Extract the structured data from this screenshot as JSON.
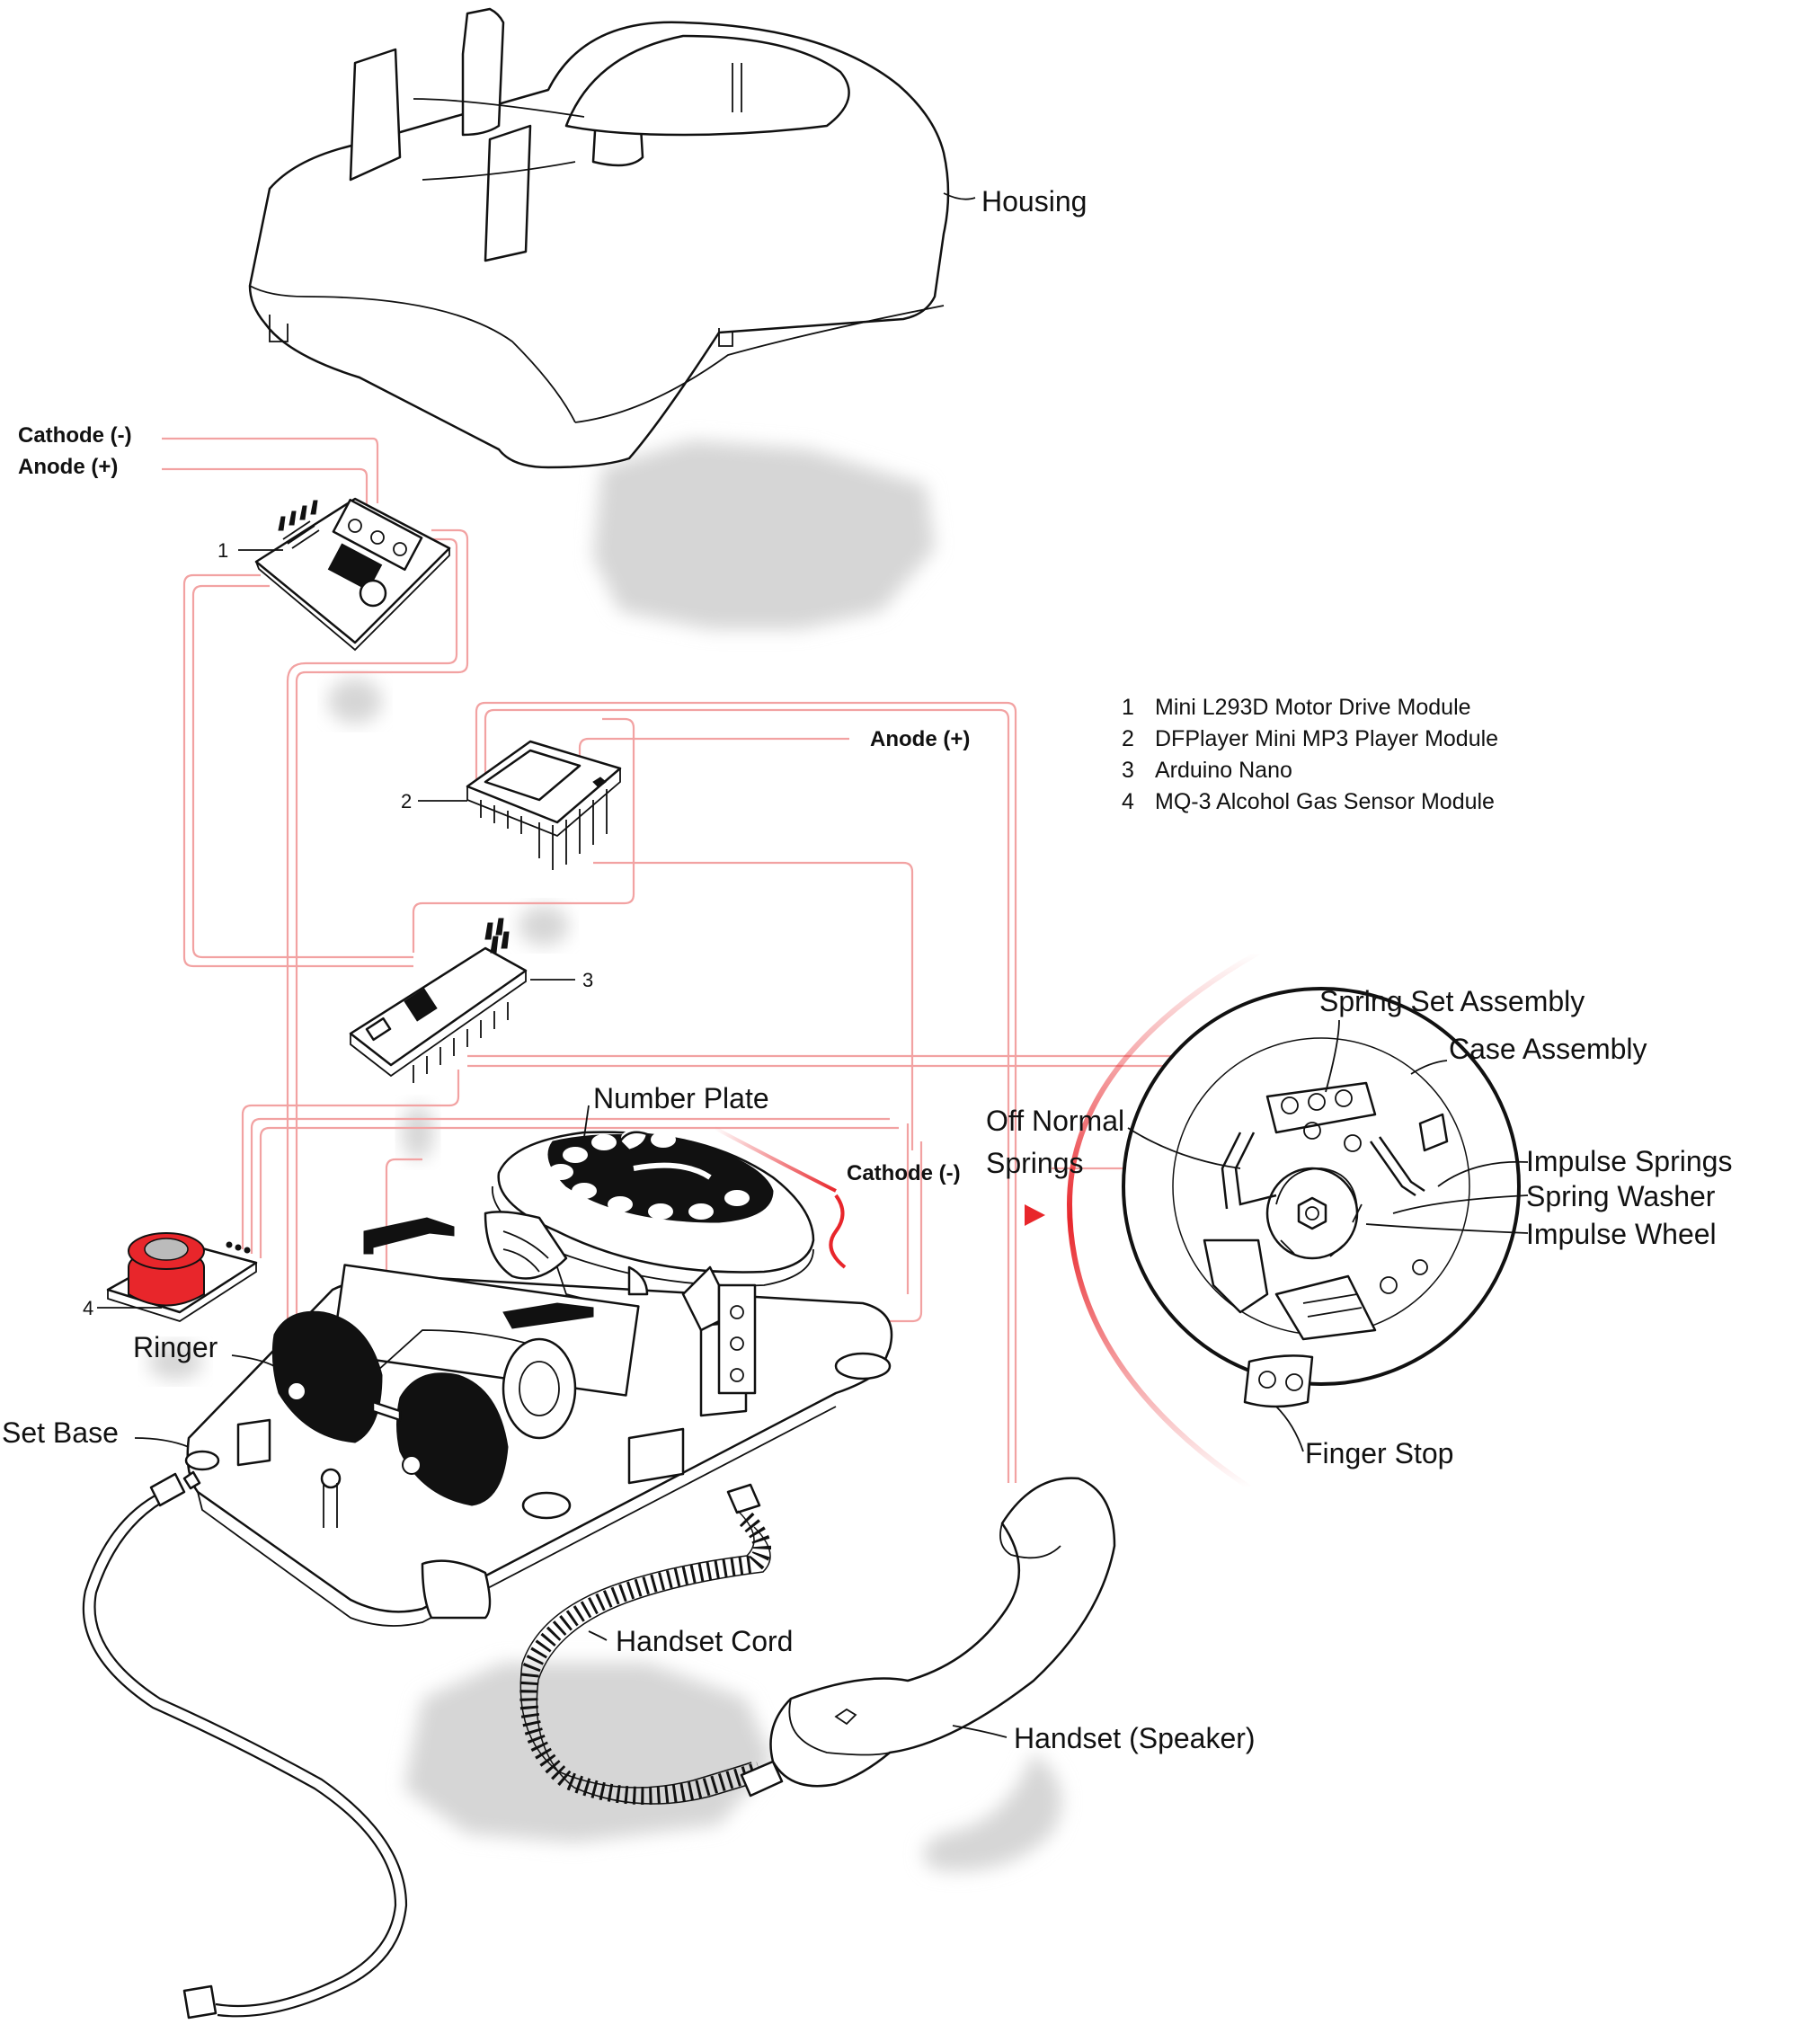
{
  "legend": {
    "items": [
      {
        "num": "1",
        "text": "Mini L293D Motor Drive Module"
      },
      {
        "num": "2",
        "text": "DFPlayer Mini MP3 Player Module"
      },
      {
        "num": "3",
        "text": "Arduino Nano"
      },
      {
        "num": "4",
        "text": "MQ-3 Alcohol Gas Sensor Module"
      }
    ]
  },
  "wire_labels": {
    "cathode_top": "Cathode (-)",
    "anode_top": "Anode (+)",
    "anode_mid": "Anode (+)",
    "cathode_mid": "Cathode (-)"
  },
  "module_numbers": {
    "m1": "1",
    "m2": "2",
    "m3": "3",
    "m4": "4"
  },
  "parts": {
    "housing": "Housing",
    "number_plate": "Number Plate",
    "off_normal_1": "Off Normal",
    "off_normal_2": "Springs",
    "ringer": "Ringer",
    "set_base": "Set Base",
    "handset_cord": "Handset Cord",
    "handset": "Handset (Speaker)"
  },
  "detail": {
    "spring_set": "Spring Set Assembly",
    "case_assembly": "Case Assembly",
    "impulse_springs": "Impulse Springs",
    "spring_washer": "Spring Washer",
    "impulse_wheel": "Impulse Wheel",
    "finger_stop": "Finger Stop"
  },
  "colors": {
    "accent": "#e8262b",
    "wire": "#f2a2a2",
    "ink": "#111111",
    "shadow": "#d6d6d6"
  }
}
